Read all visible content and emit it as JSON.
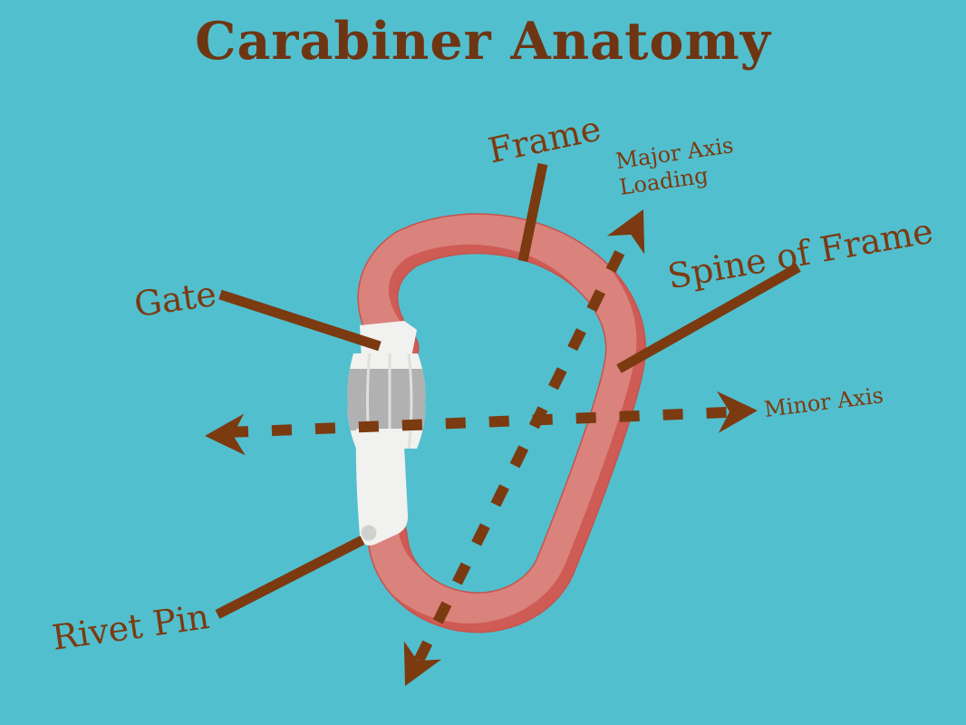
{
  "title": "Carabiner Anatomy",
  "labels": {
    "frame": "Frame",
    "major_axis_line1": "Major Axis",
    "major_axis_line2": "Loading",
    "spine": "Spine of Frame",
    "gate": "Gate",
    "minor_axis": "Minor Axis",
    "rivet_pin": "Rivet Pin"
  },
  "colors": {
    "background": "#52BFCE",
    "frame-main": "#CE5B54",
    "frame-highlight": "#DA827C",
    "frame-rim": "#C5544C",
    "gate-white": "#F1F1EF",
    "sleeve-gray": "#B1B1B1",
    "seam-gray": "#DFDFDD",
    "rivet-gray": "#D0D0CE",
    "line-brown": "#7B3A10",
    "title-brown": "#6E3513"
  }
}
